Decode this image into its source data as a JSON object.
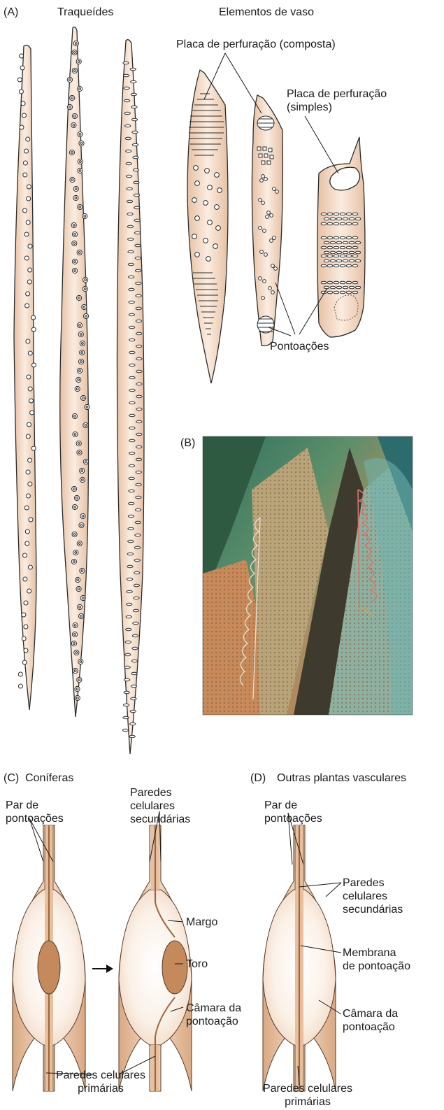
{
  "panel_a": {
    "letter": "(A)",
    "tracheids_title": "Traqueídes",
    "vessels_title": "Elementos de vaso",
    "perf_compound": "Placa de perfuração (composta)",
    "perf_simple": "Placa de perfuração\n(simples)",
    "pits": "Pontoações"
  },
  "panel_b": {
    "letter": "(B)"
  },
  "panel_c": {
    "letter": "(C)",
    "title": "Coníferas",
    "pit_pair": "Par de\npontoações",
    "secondary_walls": "Paredes\ncelulares\nsecundárias",
    "margo": "Margo",
    "torus": "Toro",
    "pit_chamber": "Câmara da\npontoação",
    "primary_walls": "Paredes celulares\nprimárias"
  },
  "panel_d": {
    "letter": "(D)",
    "title": "Outras plantas vasculares",
    "pit_pair": "Par de\npontoações",
    "secondary_walls": "Paredes\ncelulares\nsecundárias",
    "pit_membrane": "Membrana\nde pontoação",
    "pit_chamber": "Câmara da\npontoação",
    "primary_walls": "Paredes celulares\nprimárias"
  },
  "colors": {
    "cell_fill": "#f3dccb",
    "cell_stroke": "#2b2b2b",
    "wall_tan": "#e9c9a8",
    "wall_dark": "#b8835a",
    "torus": "#c48a5c"
  }
}
